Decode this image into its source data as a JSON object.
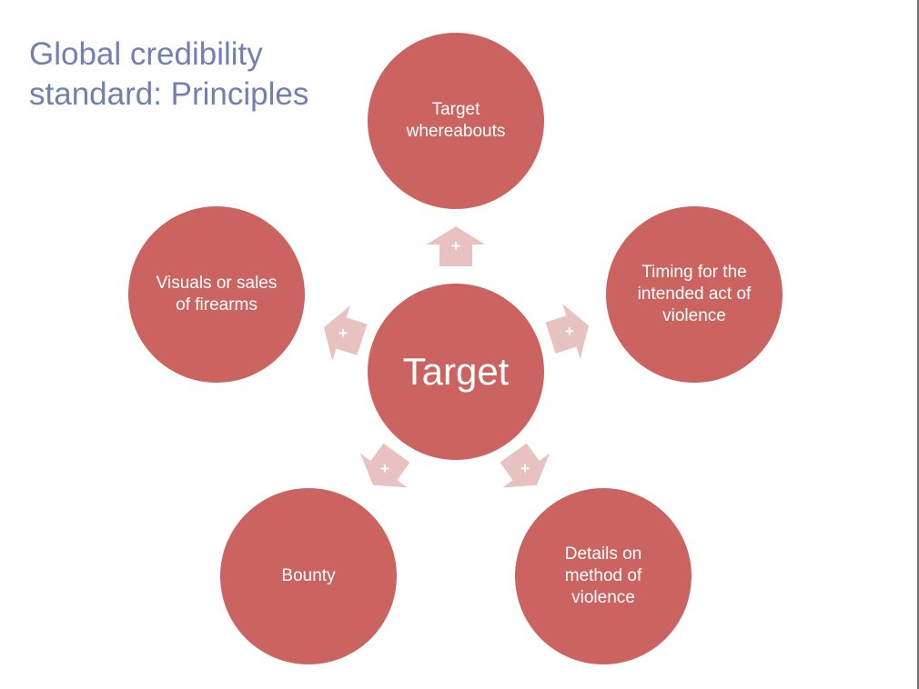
{
  "slide": {
    "title": "Global credibility standard: Principles"
  },
  "diagram": {
    "center": "Target",
    "connector_symbol": "+",
    "nodes": [
      {
        "id": "top",
        "label": "Target whereabouts"
      },
      {
        "id": "right",
        "label": "Timing for the intended act of violence"
      },
      {
        "id": "bottom-right",
        "label": "Details on method of violence"
      },
      {
        "id": "bottom-left",
        "label": "Bounty"
      },
      {
        "id": "left",
        "label": "Visuals or sales of firearms"
      }
    ]
  },
  "colors": {
    "circle_fill": "#cb6460",
    "arrow_fill": "#e8c2c1",
    "title_text": "#7280b0",
    "node_text": "#ffffff"
  }
}
